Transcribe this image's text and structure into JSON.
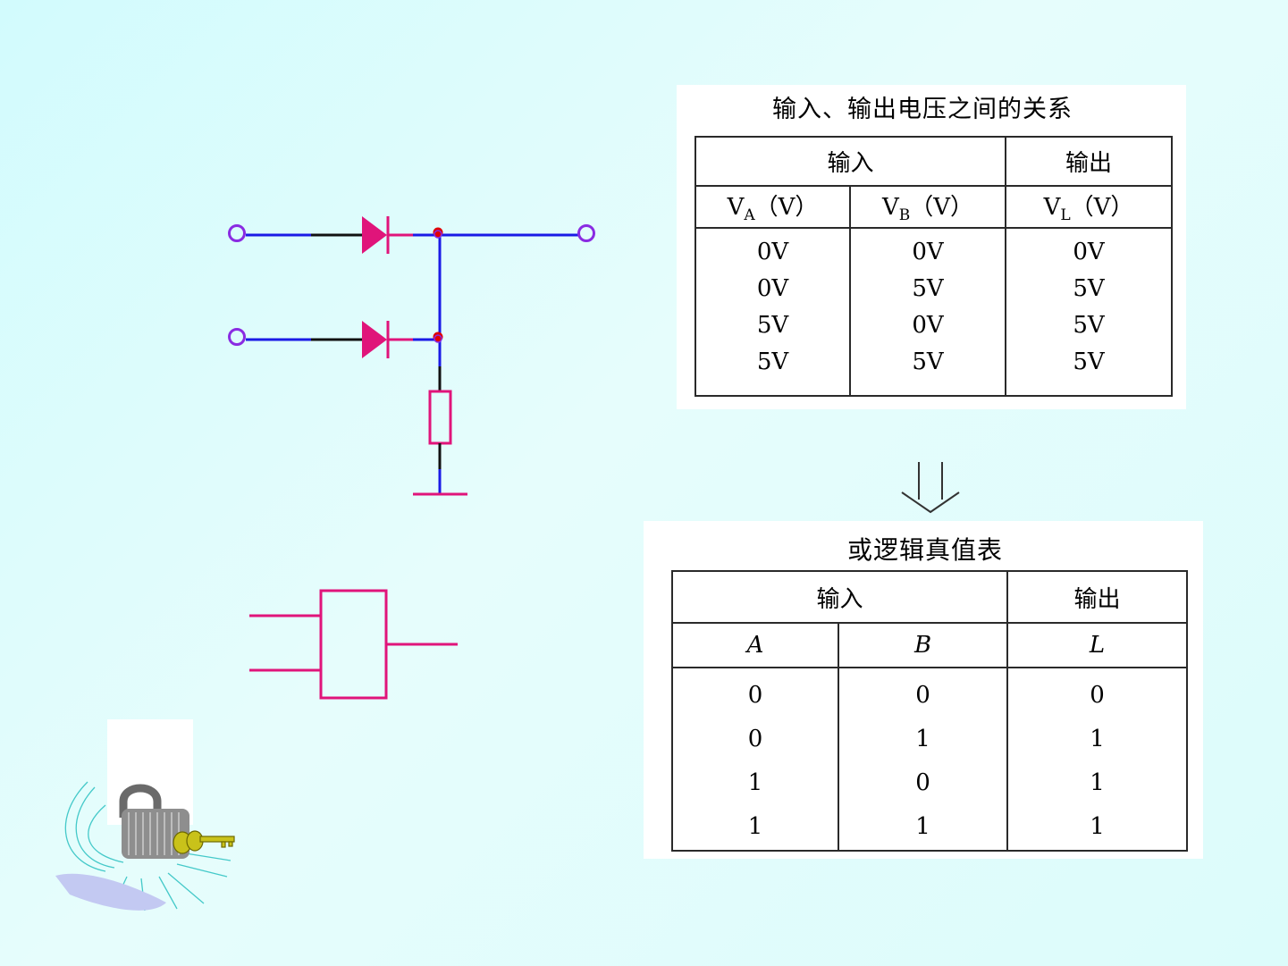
{
  "voltage_table": {
    "title": "输入、输出电压之间的关系",
    "input_header": "输入",
    "output_header": "输出",
    "columns": [
      {
        "symbol": "V",
        "subscript": "A",
        "unit": "（V）"
      },
      {
        "symbol": "V",
        "subscript": "B",
        "unit": "（V）"
      },
      {
        "symbol": "V",
        "subscript": "L",
        "unit": "（V）"
      }
    ],
    "col_a": [
      "0V",
      "0V",
      "5V",
      "5V"
    ],
    "col_b": [
      "0V",
      "5V",
      "0V",
      "5V"
    ],
    "col_l": [
      "0V",
      "5V",
      "5V",
      "5V"
    ]
  },
  "truth_table": {
    "title": "或逻辑真值表",
    "input_header": "输入",
    "output_header": "输出",
    "col_a_label": "A",
    "col_b_label": "B",
    "col_l_label": "L",
    "col_a": [
      "0",
      "0",
      "1",
      "1"
    ],
    "col_b": [
      "0",
      "1",
      "0",
      "1"
    ],
    "col_l": [
      "0",
      "1",
      "1",
      "1"
    ]
  },
  "colors": {
    "wire_blue": "#1a1ae6",
    "component_pink": "#e0147a",
    "terminal_purple": "#8a2be2",
    "junction_red": "#e00000",
    "background": "#d8fcfc"
  },
  "icons": [
    "padlock-key-clipart-icon",
    "down-arrow-icon"
  ]
}
